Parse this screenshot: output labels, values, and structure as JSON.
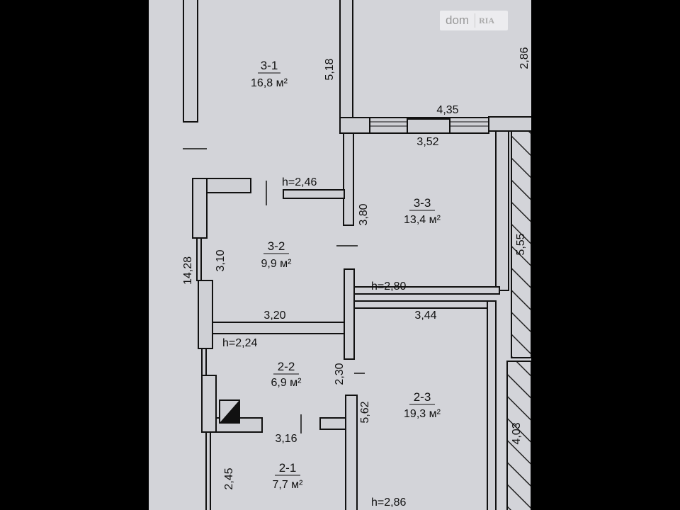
{
  "watermark": {
    "brand_left": "dom",
    "brand_right": "RIA"
  },
  "rooms": [
    {
      "id": "3-1",
      "area": "16,8 м²"
    },
    {
      "id": "3-2",
      "area": "9,9 м²"
    },
    {
      "id": "3-3",
      "area": "13,4 м²"
    },
    {
      "id": "2-2",
      "area": "6,9 м²"
    },
    {
      "id": "2-3",
      "area": "19,3 м²"
    },
    {
      "id": "2-1",
      "area": "7,7 м²"
    }
  ],
  "dimensions": {
    "d518": "5,18",
    "d435": "4,35",
    "d352": "3,52",
    "d286top": "2,86",
    "h246": "h=2,46",
    "d380": "3,80",
    "d555": "5,55",
    "d310": "3,10",
    "d1428": "14,28",
    "h280": "h=2,80",
    "d320": "3,20",
    "d344": "3,44",
    "h224": "h=2,24",
    "d230": "2,30",
    "d562": "5,62",
    "d403": "4,03",
    "d316": "3,16",
    "d245": "2,45",
    "h286": "h=2,86"
  },
  "colors": {
    "paper": "#d3d4d9",
    "ink": "#111111"
  }
}
